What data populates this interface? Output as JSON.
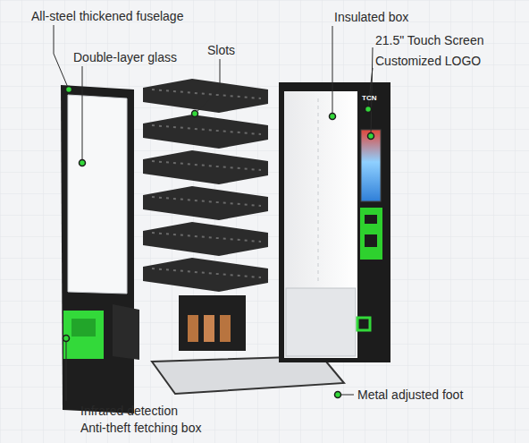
{
  "diagram": {
    "labels": [
      "All-steel thickened fuselage",
      "Insulated box",
      "21.5\" Touch Screen",
      "Double-layer glass",
      "Slots",
      "Customized LOGO",
      "TCN",
      "Metal adjusted foot",
      "Infrared detection",
      "Anti-theft fetching box"
    ]
  }
}
